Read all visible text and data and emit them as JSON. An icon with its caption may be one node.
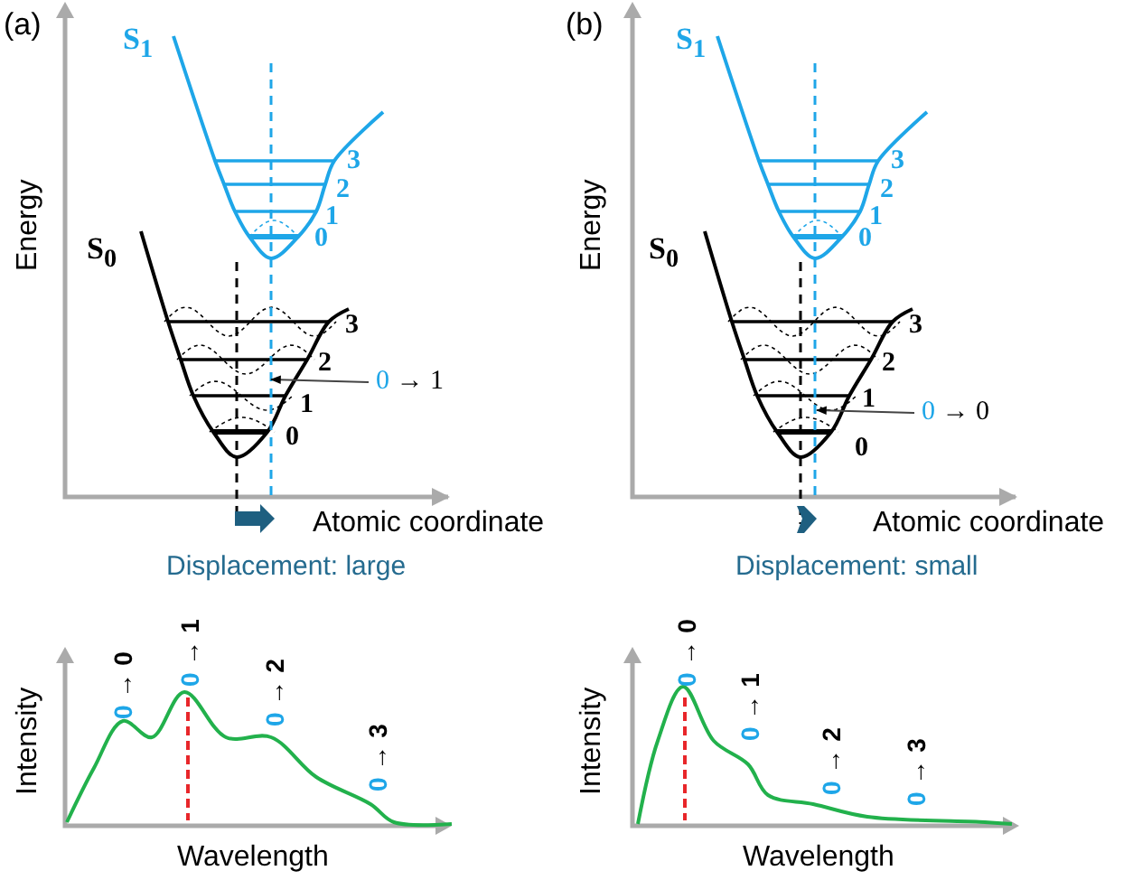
{
  "diagram": {
    "nodes": [
      {
        "text": [
          "0 → 1"
        ]
      },
      {
        "text": [
          "0 → 0"
        ]
      }
    ],
    "edges": [
      {
        "from": 0,
        "to": null,
        "arrow": "to"
      },
      {
        "from": 1,
        "to": null,
        "arrow": "to"
      }
    ],
    "labels": [
      "(a)",
      "S$_{1}$",
      "3",
      "2",
      "1",
      "0",
      "S$_{0}$",
      "3",
      "2",
      "1",
      "0",
      "Energy",
      "Atomic coordinate",
      "Displacement: large",
      "Intensity",
      "Wavelength",
      "0 → 0",
      "0 → 1",
      "0 → 2",
      "0 → 3",
      "(b)",
      "S$_{1}$",
      "3",
      "2",
      "1",
      "0",
      "S$_{0}$",
      "3",
      "2",
      "1",
      "0",
      "Energy",
      "Atomic coordinate",
      "Displacement: small",
      "Intensity",
      "Wavelength",
      "0 → 0",
      "0 → 1",
      "0 → 2",
      "0 → 3"
    ]
  }
}
